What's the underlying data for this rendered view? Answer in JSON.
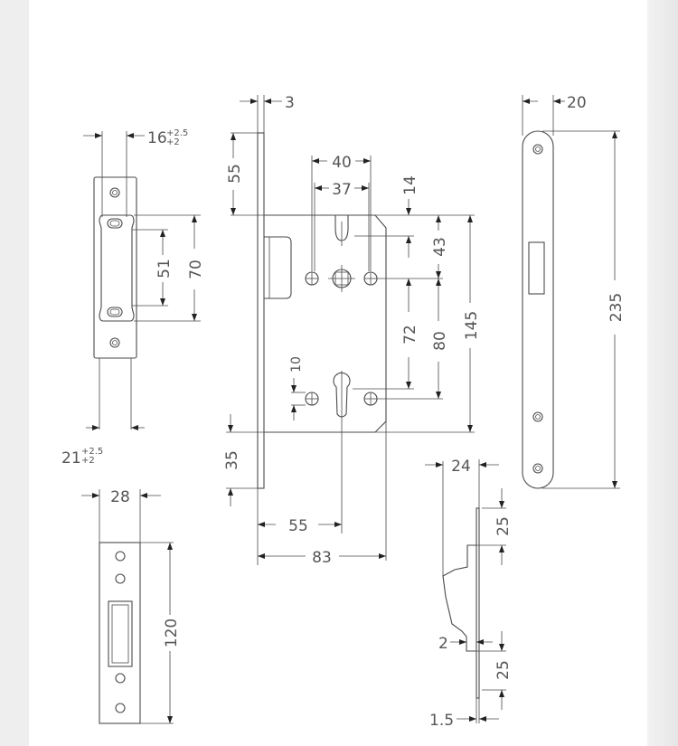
{
  "drawing": {
    "line_color": "#4a4a4a",
    "strike_plate": {
      "width": "16",
      "width_tol_upper": "+2.5",
      "width_tol_lower": "+2",
      "depth": "21",
      "depth_tol_upper": "+2.5",
      "depth_tol_lower": "+2",
      "slot_pitch": "51",
      "slot_span": "70"
    },
    "lock_body": {
      "faceplate_thickness": "3",
      "top_offset": "55",
      "bottom_offset": "35",
      "hole_span_outer": "40",
      "hole_span_inner": "37",
      "latch_offset": "14",
      "follower_offset": "43",
      "cylinder_distance": "72",
      "hole_distance": "80",
      "case_height": "145",
      "cylinder_hole_offset": "10",
      "backset": "55",
      "case_depth": "83"
    },
    "faceplate": {
      "width": "20",
      "length": "235"
    },
    "keeper": {
      "width": "28",
      "length": "120"
    },
    "profile": {
      "depth": "24",
      "top_offset": "25",
      "bottom_offset": "25",
      "lip": "2",
      "plate_thickness": "1.5"
    }
  }
}
